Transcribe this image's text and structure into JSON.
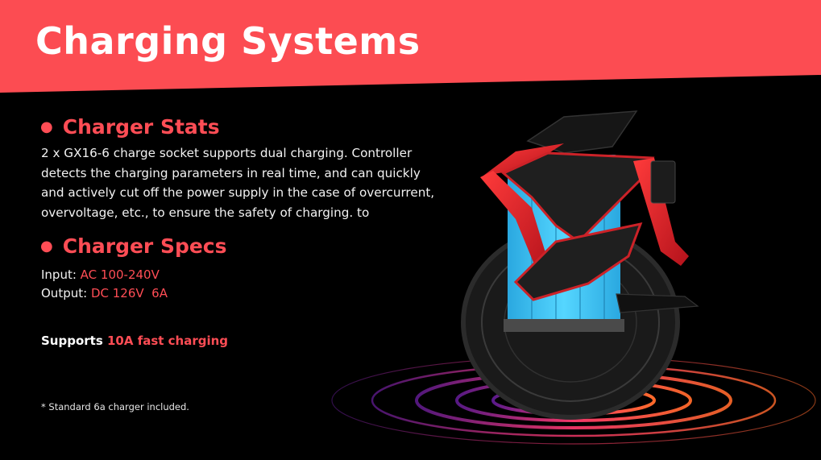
{
  "slide": {
    "title": "Charging Systems",
    "accent_color": "#ff4d55",
    "banner_color": "#fc4c52"
  },
  "charger_stats": {
    "heading": "Charger Stats",
    "bullet": "●",
    "text": "2 x GX16-6 charge socket supports dual charging. Controller detects the charging parameters in real time, and can quickly and actively cut off the power supply in the case of overcurrent, overvoltage, etc., to ensure the safety of charging. to"
  },
  "charger_specs": {
    "heading": "Charger Specs",
    "bullet": "●",
    "input_label": "Input: ",
    "input_value": "AC 100-240V",
    "output_label": "Output: ",
    "output_value": "DC 126V  6A"
  },
  "fast_charging": {
    "prefix": "Supports ",
    "highlight": "10A fast charging"
  },
  "footnote": "* Standard 6a charger included.",
  "image": {
    "icon": "electric-unicycle-illustration"
  }
}
